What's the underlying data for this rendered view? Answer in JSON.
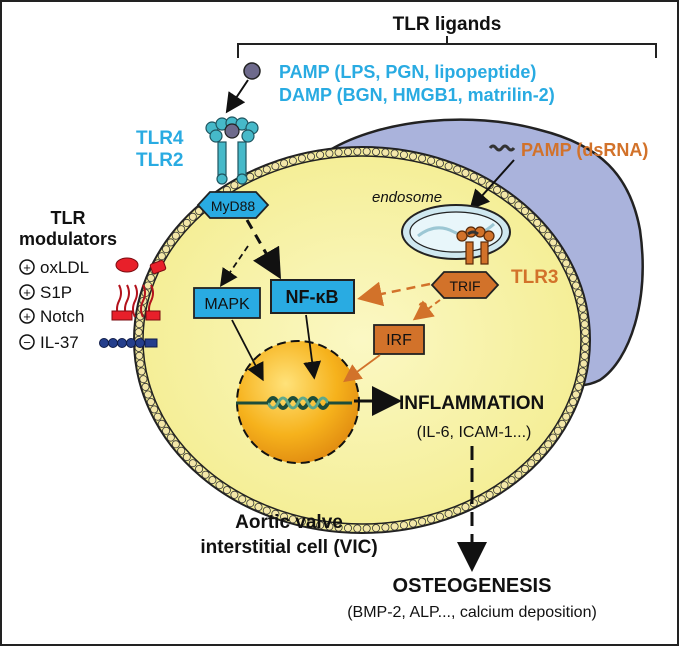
{
  "header": {
    "ligands_title": "TLR ligands",
    "pamp_line": "PAMP (LPS, PGN, lipopeptide)",
    "damp_line": "DAMP (BGN, HMGB1, matrilin-2)"
  },
  "receptors": {
    "tlr4": "TLR4",
    "tlr2": "TLR2",
    "tlr3": "TLR3",
    "myd88": "MyD88",
    "trif": "TRIF",
    "pamp_dsrna": "PAMP (dsRNA)",
    "endosome": "endosome"
  },
  "signaling": {
    "mapk": "MAPK",
    "nfkb": "NF-κB",
    "irf": "IRF",
    "question": "?"
  },
  "modulators": {
    "title_line1": "TLR",
    "title_line2": "modulators",
    "items": [
      {
        "sign": "+",
        "label": "oxLDL"
      },
      {
        "sign": "+",
        "label": "S1P"
      },
      {
        "sign": "+",
        "label": "Notch"
      },
      {
        "sign": "−",
        "label": "IL-37"
      }
    ]
  },
  "outcomes": {
    "inflammation": "INFLAMMATION",
    "inflammation_markers": "(IL-6, ICAM-1...)",
    "osteogenesis": "OSTEOGENESIS",
    "osteogenesis_markers": "(BMP-2, ALP..., calcium deposition)"
  },
  "cell": {
    "label_line1": "Aortic valve",
    "label_line2": "interstitial cell (VIC)"
  },
  "colors": {
    "cyan": "#29abe2",
    "orange": "#d2722a",
    "cell_fill": "#f7f2a0",
    "membrane_bead": "#f3e7a8",
    "outer_cell": "#aab3dc",
    "nucleus": "#f6b21c"
  }
}
